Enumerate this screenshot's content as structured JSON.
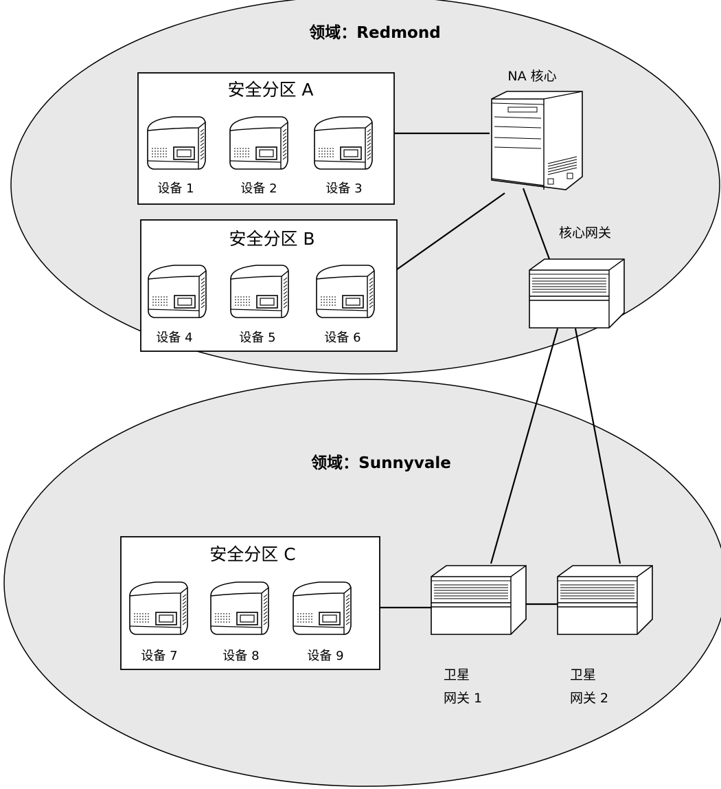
{
  "realms": [
    {
      "id": "redmond",
      "title": "领域：Redmond"
    },
    {
      "id": "sunnyvale",
      "title": "领域：Sunnyvale"
    }
  ],
  "zones": [
    {
      "id": "a",
      "title": "安全分区 A",
      "devices": [
        "设备 1",
        "设备 2",
        "设备 3"
      ]
    },
    {
      "id": "b",
      "title": "安全分区 B",
      "devices": [
        "设备 4",
        "设备 5",
        "设备 6"
      ]
    },
    {
      "id": "c",
      "title": "安全分区 C",
      "devices": [
        "设备 7",
        "设备 8",
        "设备 9"
      ]
    }
  ],
  "nodes": {
    "na_core": {
      "label": "NA 核心"
    },
    "core_gateway": {
      "label": "核心网关"
    },
    "satellite_gateway_1": {
      "label_line1": "卫星",
      "label_line2": "网关 1"
    },
    "satellite_gateway_2": {
      "label_line1": "卫星",
      "label_line2": "网关 2"
    }
  },
  "colors": {
    "realm_fill": "#e8e8e8",
    "stroke": "#000000",
    "box_fill": "#ffffff"
  }
}
